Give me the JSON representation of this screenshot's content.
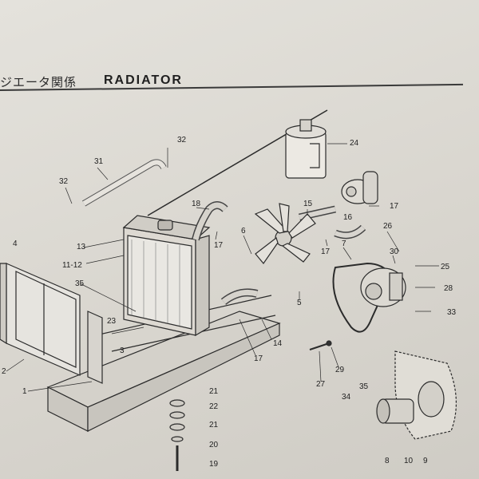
{
  "title_jp": "ジエータ関係",
  "title_en": "RADIATOR",
  "callouts": [
    "32",
    "31",
    "32",
    "24",
    "18",
    "13",
    "17",
    "15",
    "16",
    "17",
    "6",
    "17",
    "11-12",
    "7",
    "26",
    "30",
    "25",
    "35",
    "5",
    "28",
    "4",
    "23",
    "3",
    "14",
    "33",
    "17",
    "1",
    "2",
    "29",
    "27",
    "21",
    "22",
    "35",
    "34",
    "21",
    "20",
    "19",
    "8",
    "10",
    "9",
    "24"
  ]
}
